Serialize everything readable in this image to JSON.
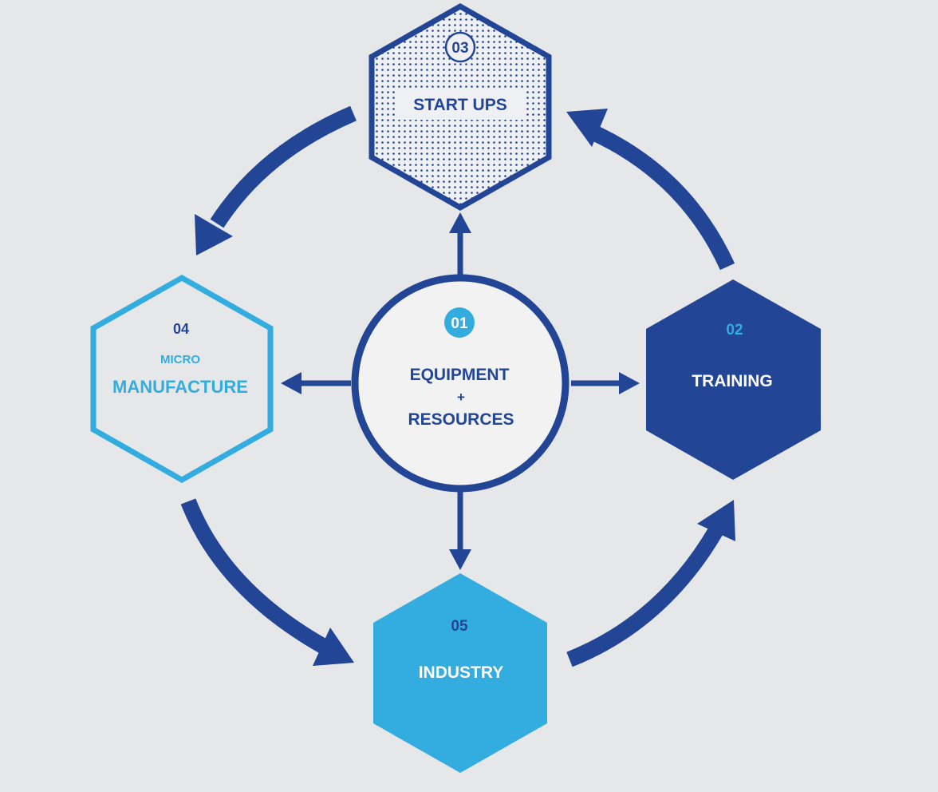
{
  "colors": {
    "background": "#e6e7e9",
    "dark_blue": "#224596",
    "light_blue": "#33ace0",
    "center_fill": "#f2f2f3"
  },
  "center": {
    "number": "01",
    "line1": "EQUIPMENT",
    "plus": "+",
    "line2": "RESOURCES"
  },
  "training": {
    "number": "02",
    "label": "TRAINING"
  },
  "startups": {
    "number": "03",
    "label": "START UPS"
  },
  "micro": {
    "number": "04",
    "small": "MICRO",
    "label": "MANUFACTURE"
  },
  "industry": {
    "number": "05",
    "label": "INDUSTRY"
  },
  "icons": [
    "cycle-arrow-icon",
    "connector-arrow-icon"
  ]
}
